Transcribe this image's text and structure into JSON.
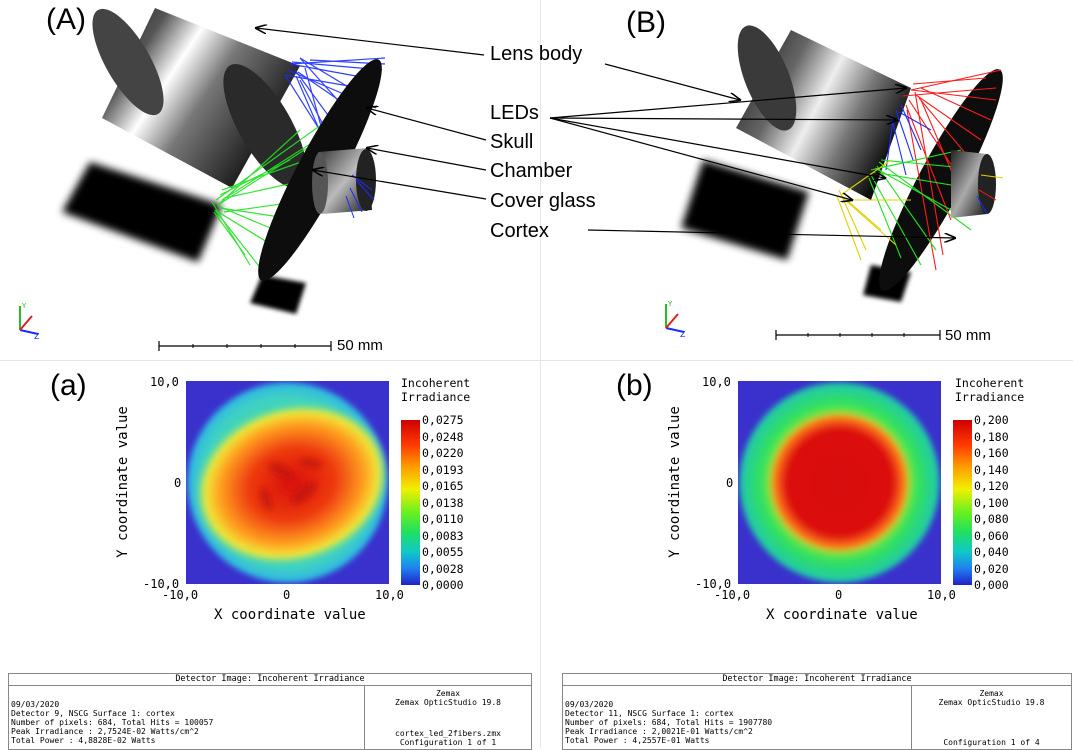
{
  "top_panels": {
    "A": {
      "label": "(A)",
      "scale_text": "50 mm"
    },
    "B": {
      "label": "(B)",
      "scale_text": "50 mm"
    }
  },
  "callouts": [
    "Lens body",
    "LEDs",
    "Skull",
    "Chamber",
    "Cover glass",
    "Cortex"
  ],
  "plot_a": {
    "label": "(a)",
    "colorbar_title": [
      "Incoherent",
      "Irradiance"
    ],
    "colorbar_ticks": [
      "0,0275",
      "0,0248",
      "0,0220",
      "0,0193",
      "0,0165",
      "0,0138",
      "0,0110",
      "0,0083",
      "0,0055",
      "0,0028",
      "0,0000"
    ],
    "y_ticks": [
      "10,0",
      "0",
      "-10,0"
    ],
    "x_ticks": [
      "-10,0",
      "0",
      "10,0"
    ],
    "x_title": "X coordinate value",
    "y_title": "Y coordinate value",
    "footer": {
      "title": "Detector Image: Incoherent Irradiance",
      "lines": [
        "09/03/2020",
        "Detector 9, NSCG Surface 1: cortex",
        "Number of pixels: 684, Total Hits = 100057",
        "Peak Irradiance : 2,7524E-02 Watts/cm^2",
        "Total Power     : 4,8828E-02 Watts"
      ],
      "right_top": [
        "Zemax",
        "Zemax OpticStudio 19.8"
      ],
      "right_bottom": [
        "cortex_led_2fibers.zmx",
        "Configuration 1 of 1"
      ]
    }
  },
  "plot_b": {
    "label": "(b)",
    "colorbar_title": [
      "Incoherent",
      "Irradiance"
    ],
    "colorbar_ticks": [
      "0,200",
      "0,180",
      "0,160",
      "0,140",
      "0,120",
      "0,100",
      "0,080",
      "0,060",
      "0,040",
      "0,020",
      "0,000"
    ],
    "y_ticks": [
      "10,0",
      "0",
      "-10,0"
    ],
    "x_ticks": [
      "-10,0",
      "0",
      "10,0"
    ],
    "x_title": "X coordinate value",
    "y_title": "Y coordinate value",
    "footer": {
      "title": "Detector Image: Incoherent Irradiance",
      "lines": [
        "09/03/2020",
        "Detector 11, NSCG Surface 1: cortex",
        "Number of pixels: 684, Total Hits = 1907780",
        "Peak Irradiance : 2,0021E-01 Watts/cm^2",
        "Total Power     : 4,2557E-01 Watts"
      ],
      "right_top": [
        "Zemax",
        "Zemax OpticStudio 19.8"
      ],
      "right_bottom": [
        "",
        "Configuration 1 of 4"
      ]
    }
  },
  "colors": {
    "led_blue": "#1a2cff",
    "led_green": "#22e022",
    "led_red": "#ff1a1a",
    "led_yellow": "#e0d000"
  }
}
